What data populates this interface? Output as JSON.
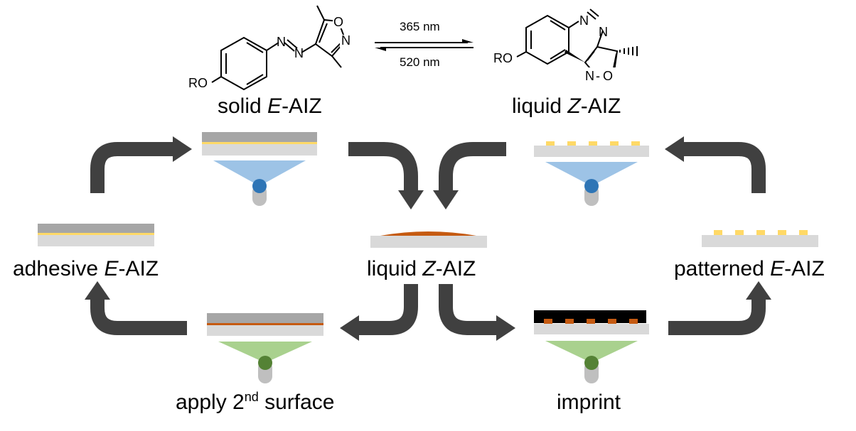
{
  "top": {
    "left_label": {
      "text": "solid ",
      "em": "E",
      "rest": "-AIZ"
    },
    "right_label": {
      "text": "liquid ",
      "em": "Z",
      "rest": "-AIZ"
    },
    "forward_wavelength": "365 nm",
    "reverse_wavelength": "520 nm",
    "molecule_left_atoms": {
      "ro": "RO",
      "n1": "N",
      "n2": "N",
      "o": "O",
      "n3": "N"
    },
    "molecule_right_atoms": {
      "ro": "RO",
      "n1": "N",
      "n2": "N",
      "n3": "N",
      "dash": "-",
      "o": "O"
    }
  },
  "cycle": {
    "left_label": {
      "text": "adhesive ",
      "em": "E",
      "rest": "-AIZ"
    },
    "center_label": {
      "text": "liquid ",
      "em": "Z",
      "rest": "-AIZ"
    },
    "right_label": {
      "text": "patterned ",
      "em": "E",
      "rest": "-AIZ"
    },
    "bottom_left_label": {
      "text": "apply 2",
      "sup": "nd",
      "rest": " surface"
    },
    "bottom_right_label": {
      "text": "imprint"
    }
  },
  "colors": {
    "arrow": "#404040",
    "substrate": "#d9d9d9",
    "top_plate": "#a6a6a6",
    "liquid": "#c55a11",
    "solid_film": "#ffd966",
    "uv_beam": "#9dc3e6",
    "uv_source": "#2e75b6",
    "green_beam": "#a9d18e",
    "green_source": "#548235",
    "stamp": "#000000",
    "lamp_body": "#bfbfbf"
  }
}
